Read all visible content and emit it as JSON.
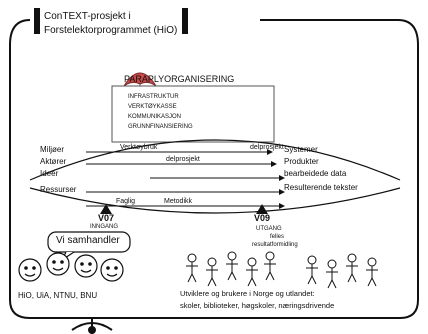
{
  "header": {
    "title_line1": "ConTEXT-prosjekt i",
    "title_line2": "Forstelektorprogrammet (HiO)"
  },
  "umbrella": {
    "title": "PARAPLYORGANISERING",
    "items": [
      "INFRASTRUKTUR",
      "VERKTØYKASSE",
      "KOMMUNIKASJON",
      "GRUNNFINANSIERING"
    ]
  },
  "inputs": [
    "Miljøer",
    "Aktører",
    "Ideer",
    "Ressurser"
  ],
  "outputs": [
    "Systemer",
    "Produkter",
    "bearbeidede data",
    "Resulterende tekster"
  ],
  "flows": {
    "top": "Verktøybruk",
    "top_right": "delprosjekt",
    "middle": "delprosjekt",
    "bottom_left": "Faglig",
    "bottom_mid": "Metodikk"
  },
  "milestones": {
    "left": "V07",
    "left_sub": "INNGANG",
    "right": "V09",
    "right_sub1": "UTGANG",
    "right_sub2": "felles",
    "right_sub3": "resultatformidling"
  },
  "speech_bubble": "Vi samhandler",
  "institutions": "HiO, UiA, NTNU, BNU",
  "users_line1": "Utviklere og brukere i Norge og utlandet:",
  "users_line2": "skoler, biblioteker, høgskoler, næringsdrivende"
}
